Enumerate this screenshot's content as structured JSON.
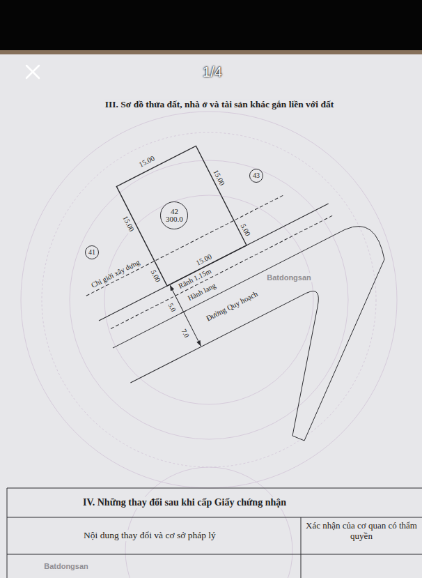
{
  "diagram": {
    "title": "III. Sơ đồ thửa đất, nhà ở và tài sản khác gắn liền với đất",
    "nodes": [
      {
        "text": [
          "42",
          "300.0"
        ]
      },
      {
        "text": [
          "43"
        ]
      },
      {
        "text": [
          "41"
        ]
      }
    ],
    "labels": [
      "1/4",
      "15.00",
      "15.00",
      "5.00",
      "15.00",
      "5.00",
      "15.00",
      "Chỉ giới xây dựng",
      "Rãnh 1.15m",
      "Hành lang",
      "5.0",
      "7.0",
      "Đường Quy hoạch",
      "Batdongsan",
      "IV. Những thay đổi sau khi cấp Giấy chứng nhận",
      "Nội dung thay đổi và cơ sở pháp lý",
      "Xác nhận của cơ quan có thẩm quyền",
      "Batdongsan"
    ]
  }
}
